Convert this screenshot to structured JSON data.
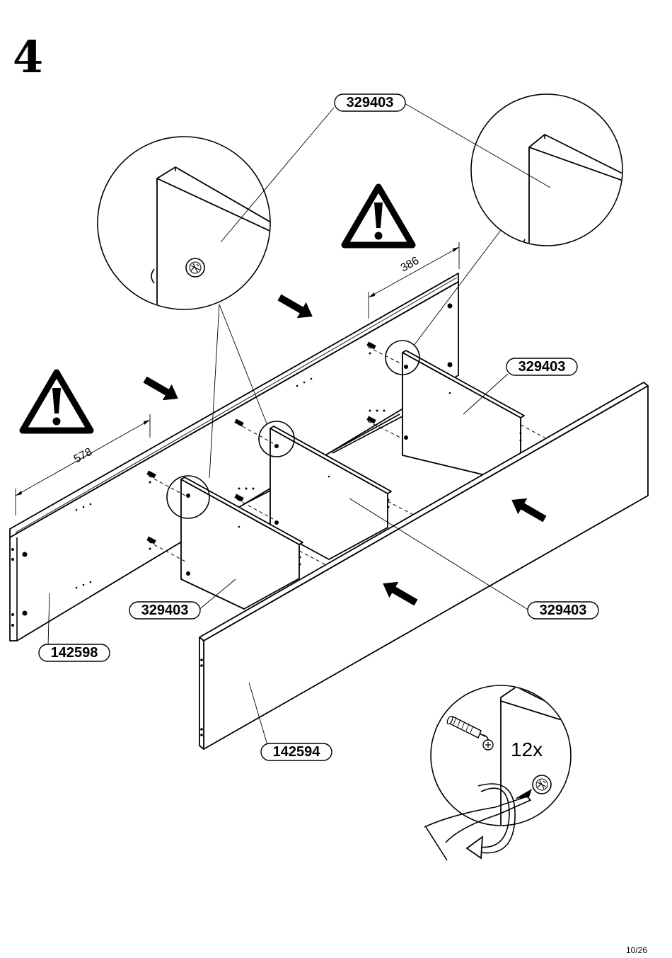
{
  "step": {
    "number": "4"
  },
  "parts": {
    "divider_panel": "329403",
    "back_panel": "142598",
    "front_panel": "142594"
  },
  "dimensions": {
    "left_distance": "578",
    "right_distance": "386"
  },
  "hardware": {
    "quantity": "12x"
  },
  "page": {
    "number": "10/26"
  },
  "icons": [
    "warning-icon",
    "push-arrow-icon",
    "screw-icon",
    "cam-lock-icon",
    "screwdriver-icon",
    "rotation-arrow-icon"
  ]
}
